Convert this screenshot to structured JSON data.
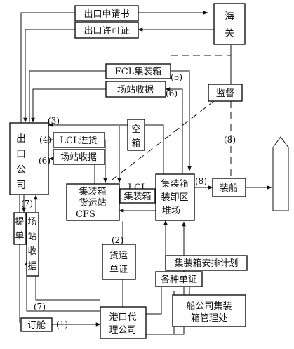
{
  "boxes": {
    "export_application": "出口申请书",
    "export_license": "出口许可证",
    "customs": [
      "海",
      "关"
    ],
    "fcl": "FCL集装箱",
    "yard_receipt_top": "场站收据",
    "supervision": "监督",
    "export_company": [
      "出",
      "口",
      "公",
      "司"
    ],
    "empty_container": [
      "空",
      "箱"
    ],
    "lcl_delivery": "LCL进货",
    "yard_receipt_mid": "场站收据",
    "cfs": [
      "集装箱",
      "货运站",
      "CFS"
    ],
    "lcl": "LCL",
    "container": "集装箱",
    "cy": [
      "集装箱",
      "装卸区",
      "堆场"
    ],
    "loading": "装船",
    "bill_of_lading": [
      "提",
      "单"
    ],
    "yard_receipt_vertical": [
      "场",
      "站",
      "收",
      "据"
    ],
    "freight_docs": [
      "货运",
      "单证"
    ],
    "container_plan": "集装箱安排计划",
    "various_docs": "各种单证",
    "booking": "订舱",
    "port_agent": [
      "港口代",
      "理公司"
    ],
    "shipping_mgmt": [
      "船公司集装",
      "箱管理处"
    ]
  },
  "labels": {
    "n1": "(1)",
    "n2": "(2)",
    "n3": "(3)",
    "n4": "(4)",
    "n5": "(5)",
    "n6a": "(6)",
    "n6b": "(6)",
    "n7a": "(7)",
    "n7b": "(7)",
    "n8a": "(8)",
    "n8b": "(8)"
  }
}
